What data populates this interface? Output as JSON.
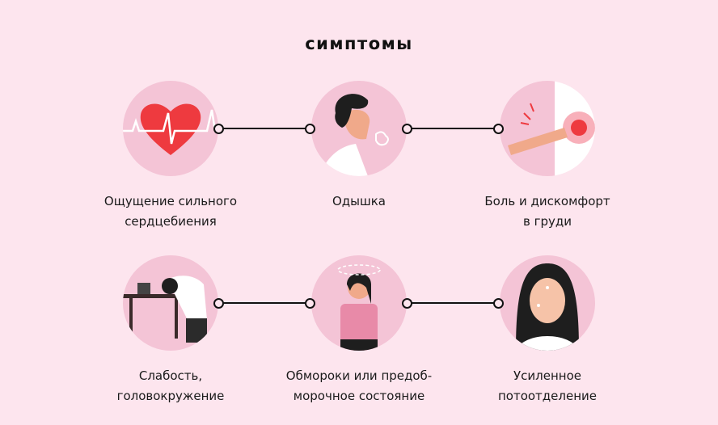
{
  "title": "симптомы",
  "symptoms": [
    {
      "label_line1": "Ощущение сильного",
      "label_line2": "сердцебиения",
      "icon": "heartbeat-icon"
    },
    {
      "label_line1": "Одышка",
      "label_line2": "",
      "icon": "shortness-of-breath-icon"
    },
    {
      "label_line1": "Боль и дискомфорт",
      "label_line2": "в груди",
      "icon": "chest-pain-icon"
    },
    {
      "label_line1": "Слабость,",
      "label_line2": "головокружение",
      "icon": "weakness-icon"
    },
    {
      "label_line1": "Обмороки или предоб-",
      "label_line2": "морочное состояние",
      "icon": "fainting-icon"
    },
    {
      "label_line1": "Усиленное",
      "label_line2": "потоотделение",
      "icon": "sweating-icon"
    }
  ],
  "colors": {
    "background": "#fde5ee",
    "circle": "#f4c4d6",
    "heart": "#ee3a3f"
  }
}
